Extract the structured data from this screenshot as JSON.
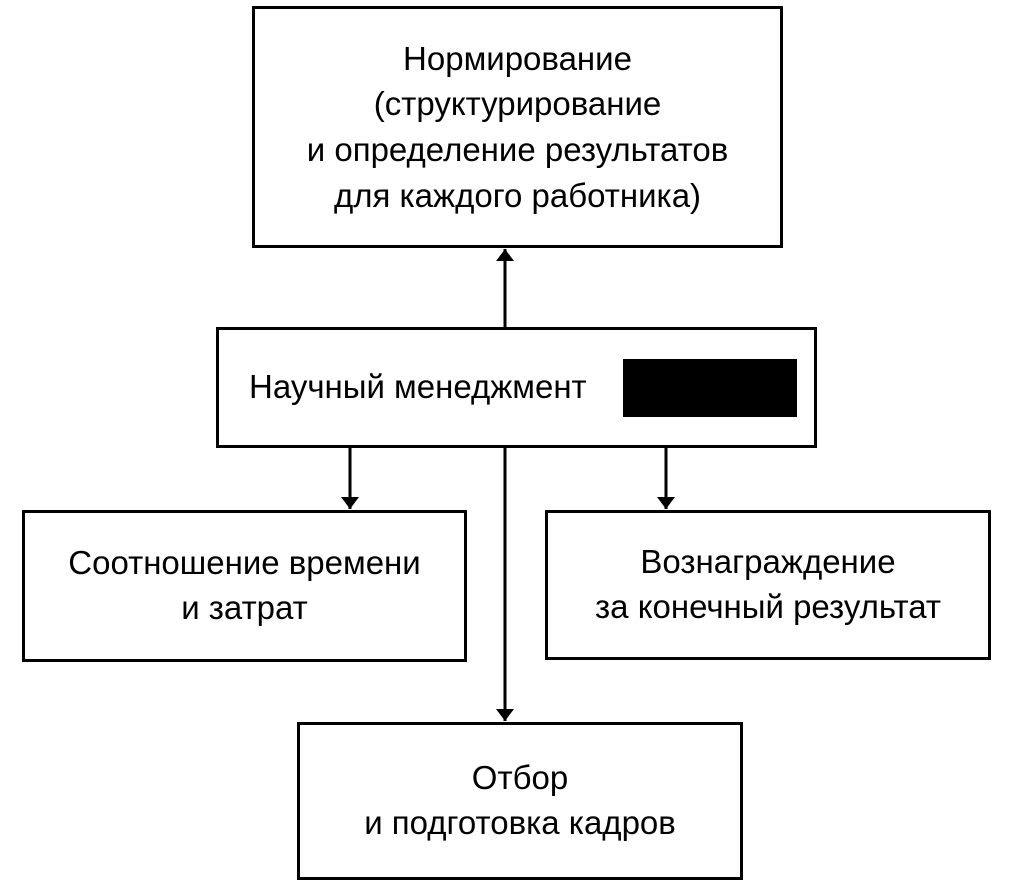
{
  "diagram": {
    "top_box": {
      "lines": [
        "Нормирование",
        "(структурирование",
        "и определение результатов",
        "для каждого работника)"
      ]
    },
    "center_box": {
      "label": "Научный менеджмент"
    },
    "left_box": {
      "lines": [
        "Соотношение времени",
        "и затрат"
      ]
    },
    "right_box": {
      "lines": [
        "Вознаграждение",
        "за конечный результат"
      ]
    },
    "bottom_box": {
      "lines": [
        "Отбор",
        "и подготовка кадров"
      ]
    }
  }
}
